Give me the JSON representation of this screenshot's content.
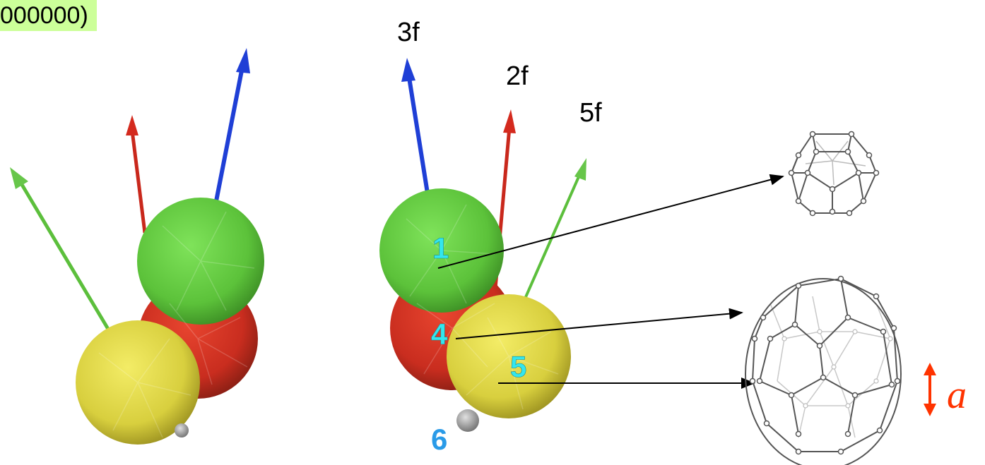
{
  "header": {
    "title_fragment": "000000)"
  },
  "axes": [
    {
      "label": "3f",
      "color": "#1f3fd6"
    },
    {
      "label": "2f",
      "color": "#d42a1e"
    },
    {
      "label": "5f",
      "color": "#67c64a"
    }
  ],
  "spheres": [
    {
      "label": "1",
      "color": "#6fd34a"
    },
    {
      "label": "4",
      "color": "#d8352a"
    },
    {
      "label": "5",
      "color": "#e3dd52"
    },
    {
      "label": "6",
      "color": "#9a9a9a"
    }
  ],
  "label_colors": {
    "sphere_numbers": "#33e6ee",
    "small_sphere_number": "#2a9be8"
  },
  "cage": {
    "dimension_label": "a",
    "dimension_color": "#ff3300"
  }
}
